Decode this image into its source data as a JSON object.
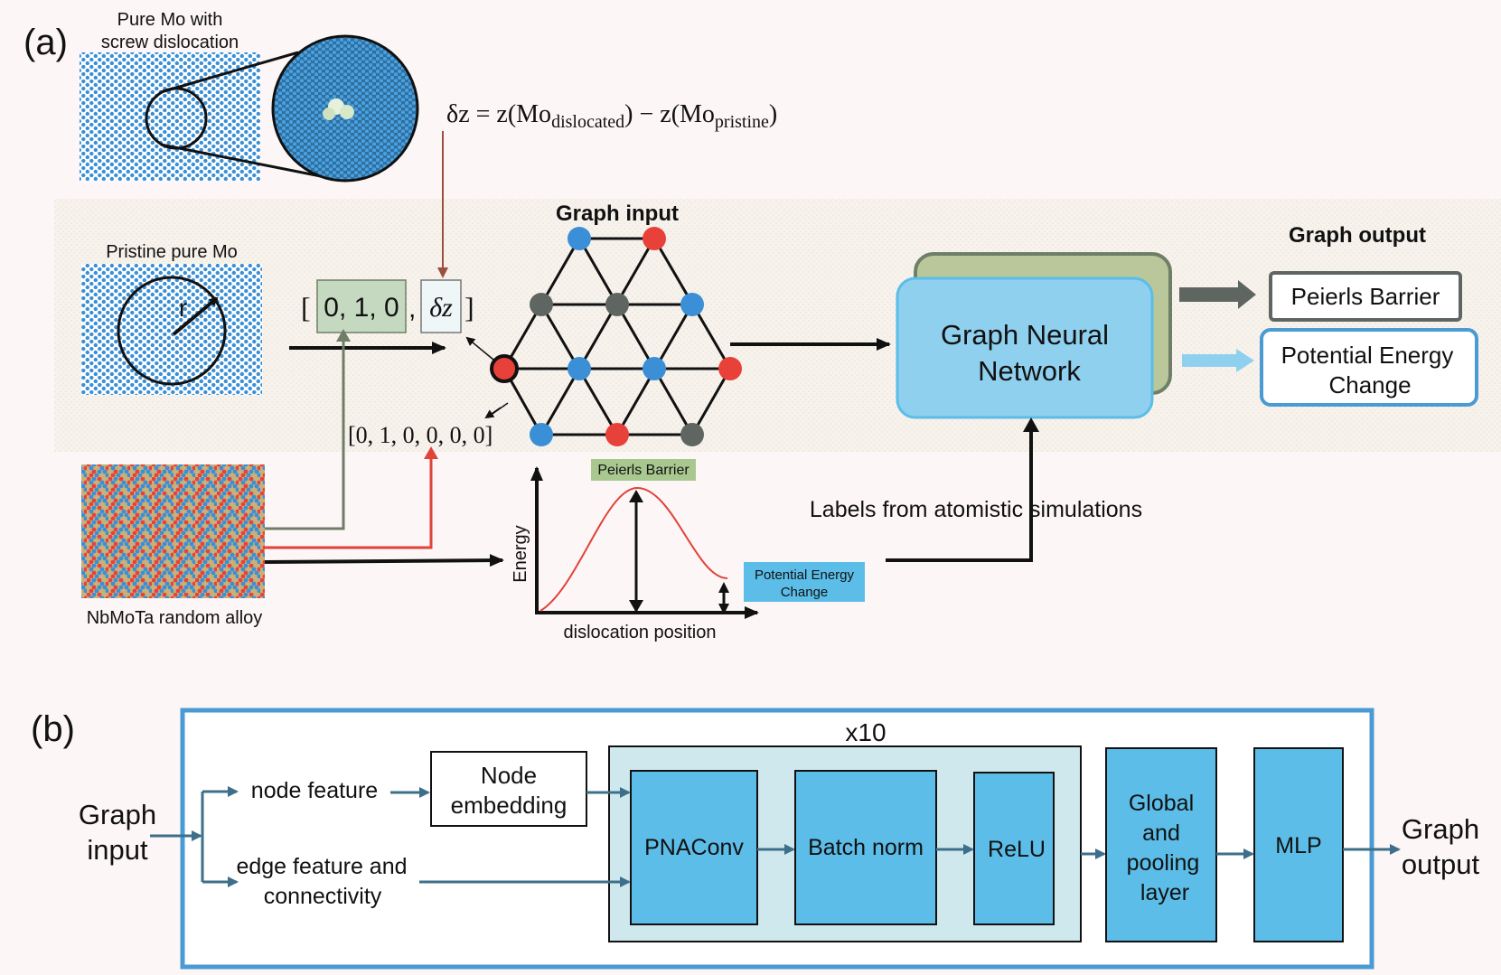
{
  "panel_a": {
    "label": "(a)",
    "screw_title_line1": "Pure Mo with",
    "screw_title_line2": "screw dislocation",
    "pristine_title": "Pristine pure Mo",
    "radius_symbol": "r",
    "alloy_title": "NbMoTa random alloy",
    "delta_z_formula": {
      "lhs": "δz = z(Mo",
      "sub1": "dislocated",
      "mid": ") − z(Mo",
      "sub2": "pristine",
      "rhs": ")"
    },
    "node_vector": {
      "open_bracket": "[",
      "values": "0, 1, 0",
      "comma": ",",
      "delta": "δz",
      "close_bracket": "]"
    },
    "edge_vector": "[0, 1, 0, 0, 0, 0]",
    "graph_input_title": "Graph input",
    "gnn_line1": "Graph Neural",
    "gnn_line2": "Network",
    "graph_output_title": "Graph output",
    "output_peierls": "Peierls Barrier",
    "output_energy_line1": "Potential Energy",
    "output_energy_line2": "Change",
    "labels_caption": "Labels from atomistic simulations",
    "energy_plot": {
      "ylabel": "Energy",
      "xlabel": "dislocation position",
      "peierls_tag": "Peierls Barrier",
      "pe_tag_line1": "Potential Energy",
      "pe_tag_line2": "Change"
    },
    "graph_nodes": [
      {
        "id": "n1",
        "color": "blue"
      },
      {
        "id": "n2",
        "color": "red"
      },
      {
        "id": "n3",
        "color": "gray"
      },
      {
        "id": "n4",
        "color": "gray"
      },
      {
        "id": "n5",
        "color": "blue"
      },
      {
        "id": "n6",
        "color": "red-highlighted"
      },
      {
        "id": "n7",
        "color": "blue"
      },
      {
        "id": "n8",
        "color": "blue"
      },
      {
        "id": "n9",
        "color": "red"
      },
      {
        "id": "n10",
        "color": "blue"
      },
      {
        "id": "n11",
        "color": "red"
      },
      {
        "id": "n12",
        "color": "gray"
      }
    ]
  },
  "panel_b": {
    "label": "(b)",
    "graph_input_line1": "Graph",
    "graph_input_line2": "input",
    "node_feature": "node feature",
    "edge_feature_line1": "edge feature and",
    "edge_feature_line2": "connectivity",
    "node_embedding_line1": "Node",
    "node_embedding_line2": "embedding",
    "repeat_label": "x10",
    "pnaconv": "PNAConv",
    "batch_norm": "Batch norm",
    "relu": "ReLU",
    "pooling_line1": "Global",
    "pooling_line2": "and",
    "pooling_line3": "pooling",
    "pooling_line4": "layer",
    "mlp": "MLP",
    "graph_output_line1": "Graph",
    "graph_output_line2": "output"
  },
  "colors": {
    "atom_blue": "#3a8fd6",
    "atom_red": "#e8413a",
    "atom_gray": "#5f6661",
    "gnn_blue": "#8fd0ef",
    "gnn_back_green": "#b9c79a",
    "box_blue": "#5bbde8",
    "frame_blue": "#4a9ad4",
    "arrow_green": "#6f7e66",
    "arrow_red": "#e0433a",
    "arrow_brown": "#9b4f3e"
  }
}
